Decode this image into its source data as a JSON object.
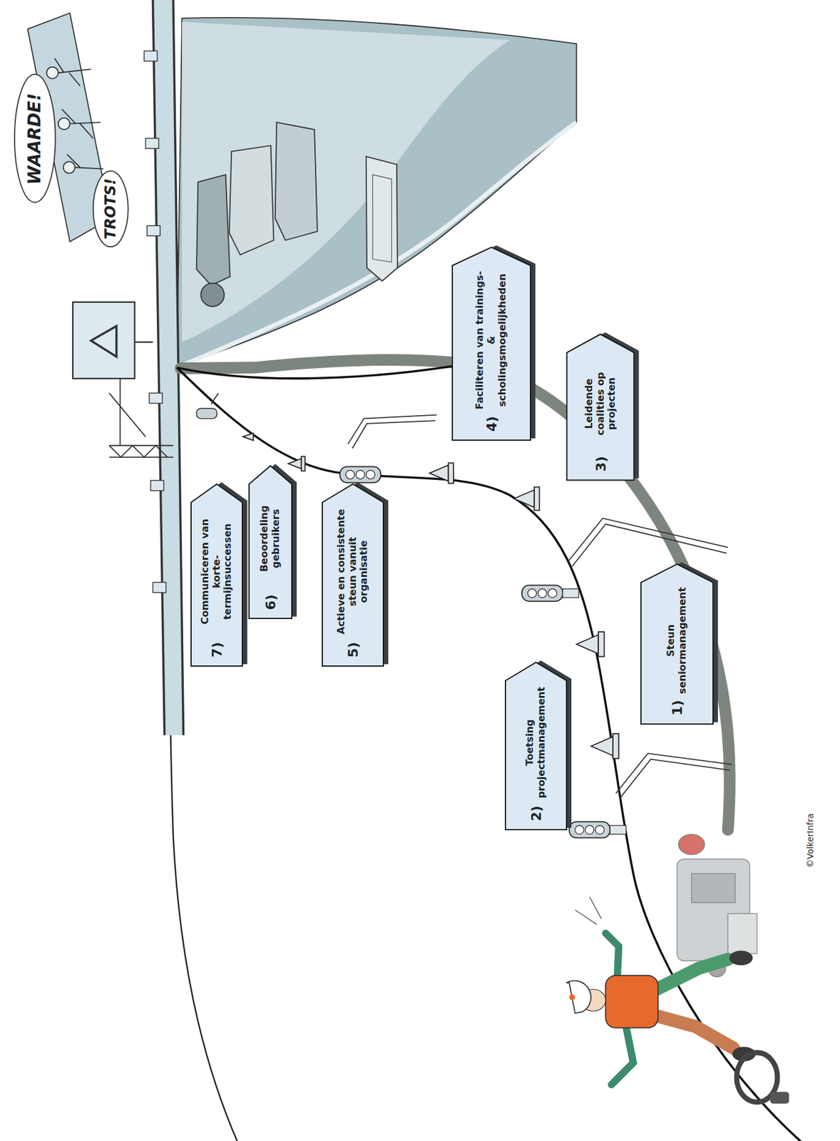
{
  "diagram": {
    "nodes": [
      {
        "text": [
          "1)",
          "Steun seniormanagement"
        ]
      },
      {
        "text": [
          "2)",
          "Toetsing projectmanagement"
        ]
      },
      {
        "text": [
          "3)",
          "Leidende coalities op projecten"
        ]
      },
      {
        "text": [
          "4)",
          "Faciliteren van trainings- & scholingsmogelijkheden"
        ]
      },
      {
        "text": [
          "5)",
          "Actieve en consistente steun vanuit organisatie"
        ]
      },
      {
        "text": [
          "6)",
          "Beoordeling gebruikers"
        ]
      },
      {
        "text": [
          "7)",
          "Communiceren van korte-termijnsuccessen"
        ]
      }
    ],
    "labels": [
      "WAARDE!",
      "TROTS!",
      "©VolkerInfra"
    ]
  }
}
